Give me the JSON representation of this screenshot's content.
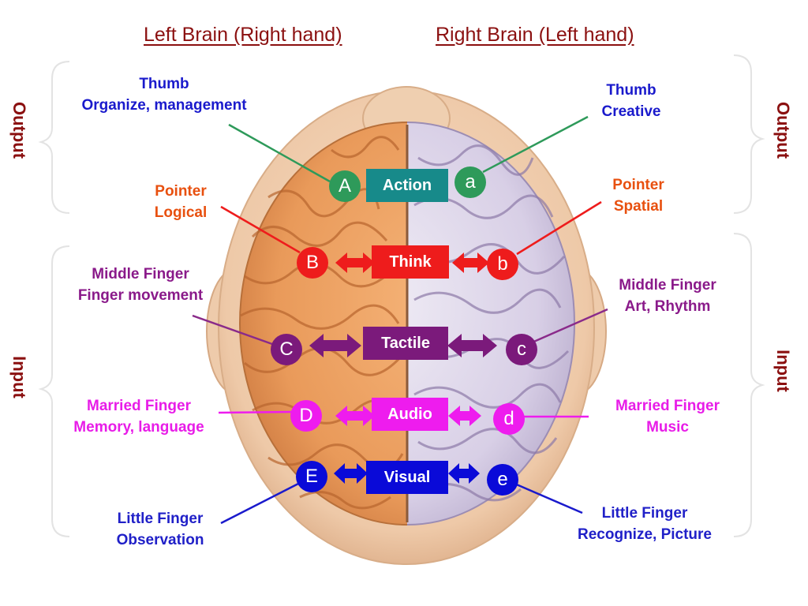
{
  "headers": {
    "left": "Left Brain (Right hand)",
    "right": "Right Brain (Left hand)"
  },
  "sides": {
    "left_output": "Output",
    "left_input": "Input",
    "right_output": "Output",
    "right_input": "Input"
  },
  "colors": {
    "action": "#178a8a",
    "think": "#ee1c1c",
    "tactile": "#7b1a7b",
    "audio": "#ee1cee",
    "visual": "#0a0ad8",
    "green": "#2e9a5a",
    "header": "#8b1010"
  },
  "rows": [
    {
      "key": "action",
      "box": "Action",
      "left_letter": "A",
      "right_letter": "a",
      "left_text": [
        "Thumb",
        "Organize, management"
      ],
      "right_text": [
        "Thumb",
        "Creative"
      ],
      "left_color": "#1a1acc",
      "right_color": "#1a1acc"
    },
    {
      "key": "think",
      "box": "Think",
      "left_letter": "B",
      "right_letter": "b",
      "left_text": [
        "Pointer",
        "Logical"
      ],
      "right_text": [
        "Pointer",
        "Spatial"
      ],
      "left_color": "#e8500f",
      "right_color": "#e8500f"
    },
    {
      "key": "tactile",
      "box": "Tactile",
      "left_letter": "C",
      "right_letter": "c",
      "left_text": [
        "Middle Finger",
        "Finger movement"
      ],
      "right_text": [
        "Middle Finger",
        "Art, Rhythm"
      ],
      "left_color": "#8a1a8a",
      "right_color": "#8a1a8a"
    },
    {
      "key": "audio",
      "box": "Audio",
      "left_letter": "D",
      "right_letter": "d",
      "left_text": [
        "Married Finger",
        "Memory, language"
      ],
      "right_text": [
        "Married Finger",
        "Music"
      ],
      "left_color": "#e81ce8",
      "right_color": "#e81ce8"
    },
    {
      "key": "visual",
      "box": "Visual",
      "left_letter": "E",
      "right_letter": "e",
      "left_text": [
        "Little Finger",
        "Observation"
      ],
      "right_text": [
        "Little Finger",
        "Recognize, Picture"
      ],
      "left_color": "#2020c8",
      "right_color": "#2020c8"
    }
  ]
}
